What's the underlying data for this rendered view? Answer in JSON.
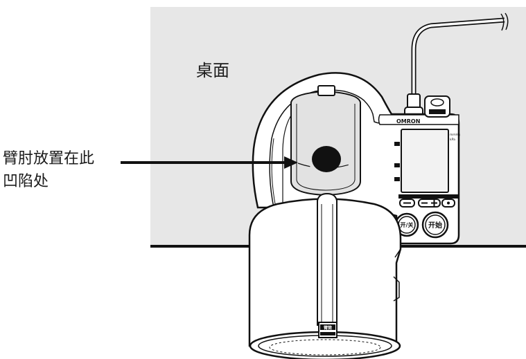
{
  "labels": {
    "table": "桌面",
    "callout_line1": "臂肘放置在此",
    "callout_line2": "凹陷处"
  },
  "device": {
    "brand": "OMRON",
    "unit_top": "mmHg",
    "unit_bottom": "kPa",
    "buttons": {
      "power": "开/关",
      "start": "开始"
    },
    "strap_tag": "臂筒"
  },
  "colors": {
    "wall": "#e7e7e7",
    "outline": "#111111",
    "device": "#ffffff",
    "armrest": "#e2e2e2",
    "elbow_dot": "#111111"
  }
}
